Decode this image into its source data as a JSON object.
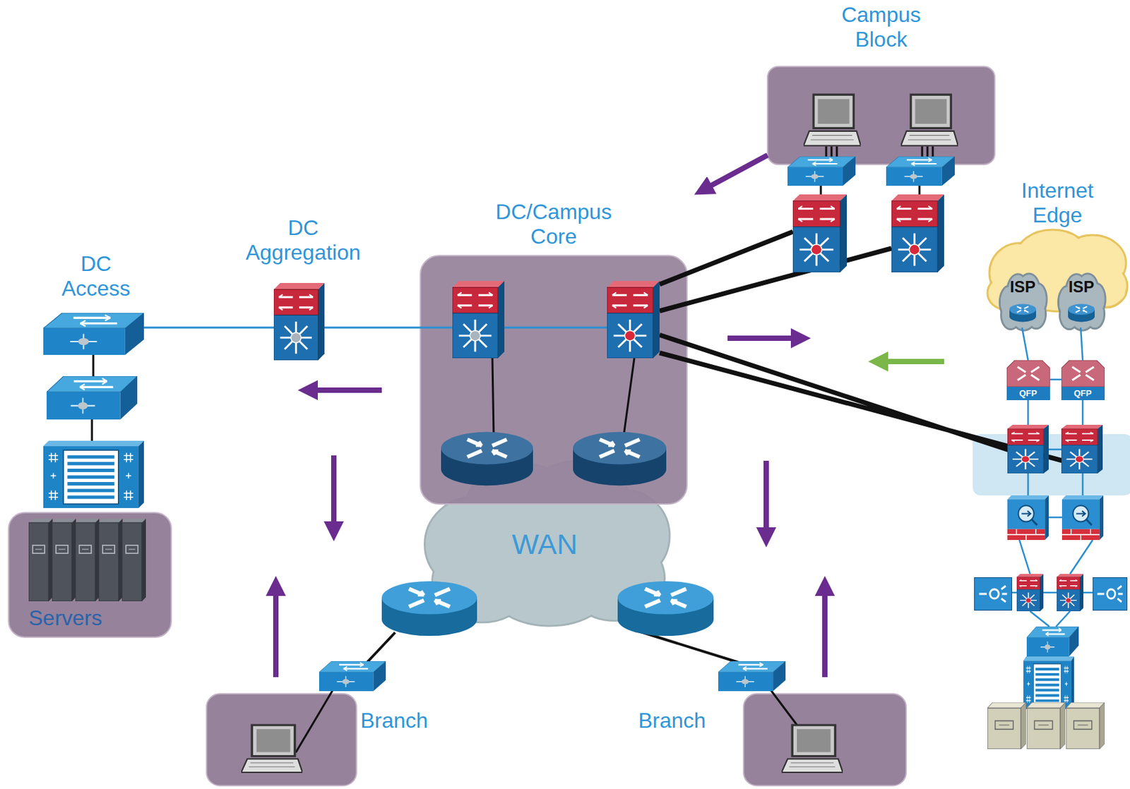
{
  "diagram": {
    "nodes": [
      {
        "text": [
          "Campus Block"
        ]
      },
      {
        "text": [
          "DC/Campus Core"
        ]
      },
      {
        "text": [
          "WAN"
        ]
      },
      {
        "text": [
          "Servers"
        ]
      },
      {
        "text": [
          "Branch"
        ]
      },
      {
        "text": [
          "Branch"
        ]
      },
      {
        "text": [
          "ISP"
        ]
      },
      {
        "text": [
          "ISP"
        ]
      }
    ],
    "labels": [
      "DC Access",
      "DC Aggregation",
      "Internet Edge",
      "QFP",
      "QFP"
    ]
  }
}
